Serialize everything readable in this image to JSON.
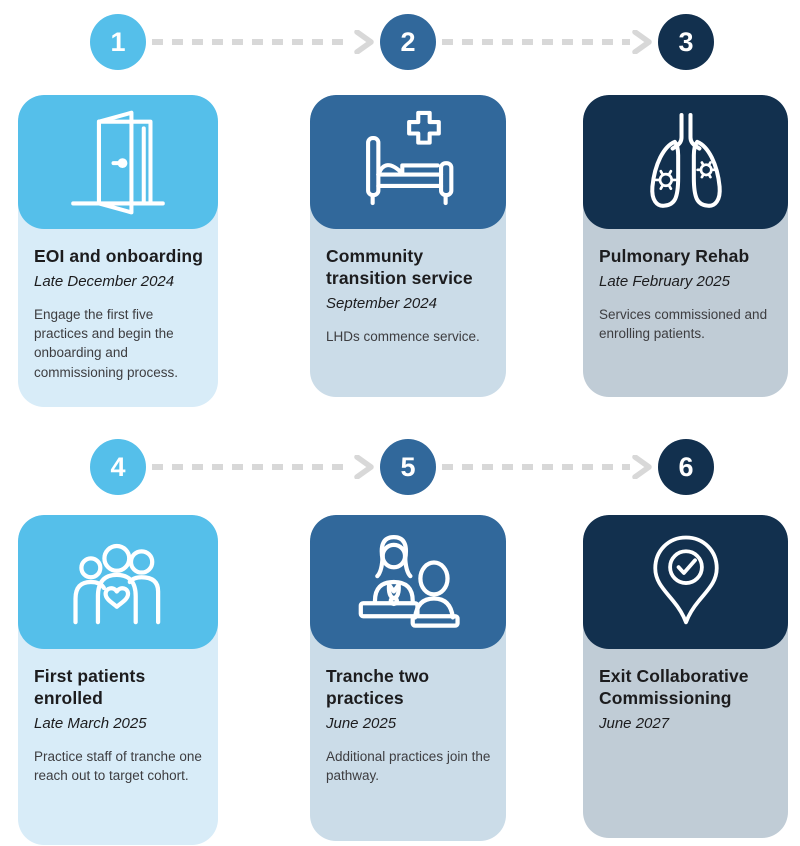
{
  "colors": {
    "page-bg": "#FFFFFF",
    "step-light": "#55BFEA",
    "step-light-body": "#D8ECF8",
    "step-medium": "#31689B",
    "step-medium-body": "#CBDCE8",
    "step-dark": "#12304E",
    "step-dark-body": "#C0CCD6",
    "connector": "#D8D8D8",
    "number-text": "#FFFFFF",
    "title-text": "#1C1C1E",
    "muted-text": "#3D3D40"
  },
  "steps": [
    {
      "number": "1",
      "title": "EOI and onboarding",
      "date": "Late December 2024",
      "description": "Engage the first five practices and begin the onboarding and commissioning process.",
      "icon": "open-door-icon",
      "theme": "light"
    },
    {
      "number": "2",
      "title": "Community transition service",
      "date": "September 2024",
      "description": "LHDs commence service.",
      "icon": "hospital-bed-icon",
      "theme": "medium"
    },
    {
      "number": "3",
      "title": "Pulmonary Rehab",
      "date": "Late February 2025",
      "description": "Services commissioned and enrolling patients.",
      "icon": "lungs-virus-icon",
      "theme": "dark"
    },
    {
      "number": "4",
      "title": "First patients enrolled",
      "date": "Late March 2025",
      "description": "Practice staff of tranche one reach out to target cohort.",
      "icon": "family-group-icon",
      "theme": "light"
    },
    {
      "number": "5",
      "title": "Tranche two practices",
      "date": "June 2025",
      "description": "Additional practices join the pathway.",
      "icon": "doctor-patient-icon",
      "theme": "medium"
    },
    {
      "number": "6",
      "title": "Exit Collaborative Commissioning",
      "date": "June 2027",
      "description": "",
      "icon": "location-check-icon",
      "theme": "dark"
    }
  ]
}
